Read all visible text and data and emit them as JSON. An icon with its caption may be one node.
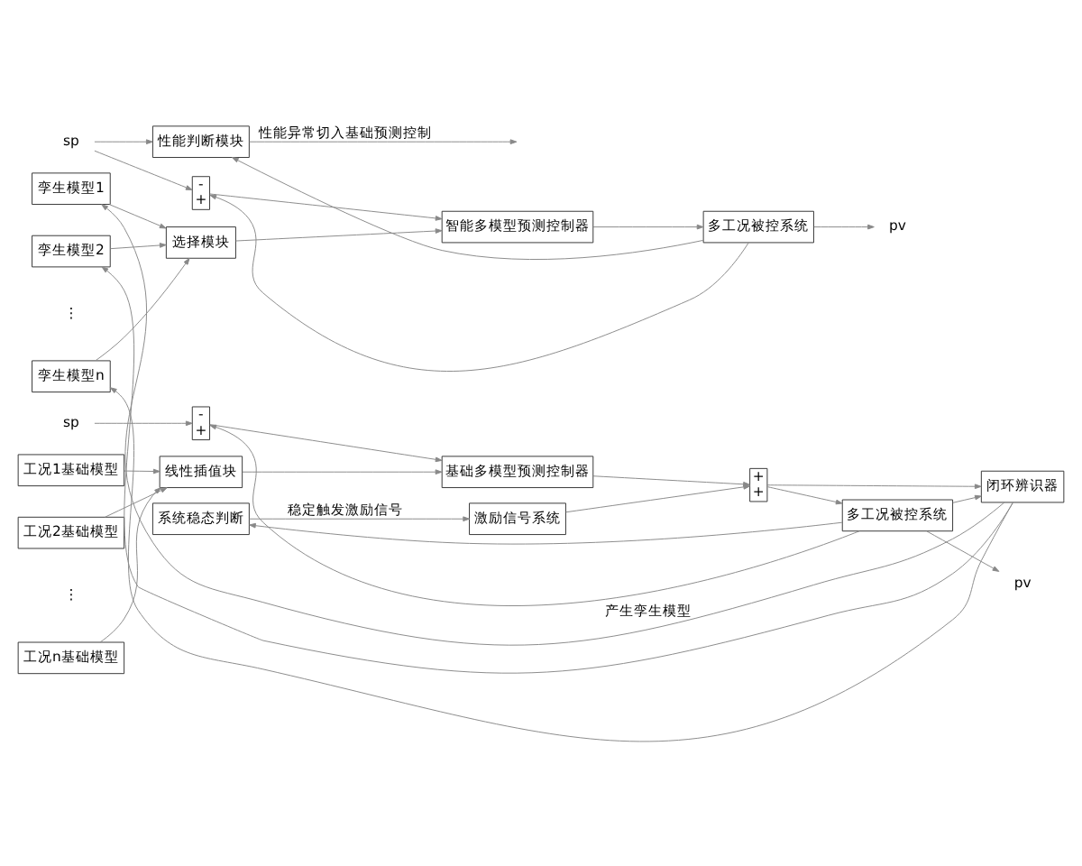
{
  "diagram": {
    "nodes": [
      {
        "text": [
          "性能判断模块"
        ]
      },
      {
        "text": [
          "-",
          "+"
        ]
      },
      {
        "text": [
          "智能多模型预测控制器"
        ]
      },
      {
        "text": [
          "多工况被控系统"
        ]
      },
      {
        "text": [
          "pv"
        ]
      },
      {
        "text": [
          "sp"
        ]
      },
      {
        "text": [
          "孪生模型1"
        ]
      },
      {
        "text": [
          "孪生模型2"
        ]
      },
      {
        "text": [
          "孪生模型n"
        ]
      },
      {
        "text": [
          "选择模块"
        ]
      },
      {
        "text": [
          "系统稳态判断"
        ]
      },
      {
        "text": [
          "-",
          "+"
        ]
      },
      {
        "text": [
          "sp"
        ]
      },
      {
        "text": [
          "基础多模型预测控制器"
        ]
      },
      {
        "text": [
          "+",
          "+"
        ]
      },
      {
        "text": [
          "多工况被控系统"
        ]
      },
      {
        "text": [
          "pv"
        ]
      },
      {
        "text": [
          "工况1基础模型"
        ]
      },
      {
        "text": [
          "工况2基础模型"
        ]
      },
      {
        "text": [
          "工况n基础模型"
        ]
      },
      {
        "text": [
          "线性插值块"
        ]
      },
      {
        "text": [
          "激励信号系统"
        ]
      },
      {
        "text": [
          "闭环辨识器"
        ]
      }
    ],
    "edges": [
      {
        "from": 1,
        "to": 2,
        "arrow": "to"
      },
      {
        "from": 2,
        "to": 3,
        "arrow": "to"
      },
      {
        "from": 3,
        "to": 4,
        "arrow": "to"
      },
      {
        "from": 3,
        "to": 0,
        "arrow": "to"
      },
      {
        "from": 3,
        "to": 1,
        "arrow": "to"
      },
      {
        "from": 5,
        "to": 0,
        "arrow": "to"
      },
      {
        "from": 5,
        "to": 1,
        "arrow": "to"
      },
      {
        "from": 6,
        "to": 9,
        "arrow": "to"
      },
      {
        "from": 7,
        "to": 9,
        "arrow": "to"
      },
      {
        "from": 8,
        "to": 9,
        "arrow": "to"
      },
      {
        "from": 9,
        "to": 2,
        "arrow": "to"
      },
      {
        "from": 0,
        "to": null,
        "arrow": "to",
        "label": "性能异常切入基础预测控制"
      },
      {
        "from": 22,
        "to": 6,
        "arrow": "to",
        "label": "产生孪生模型"
      },
      {
        "from": 22,
        "to": 7,
        "arrow": "to"
      },
      {
        "from": 22,
        "to": 8,
        "arrow": "to"
      },
      {
        "from": 15,
        "to": 16,
        "arrow": "to"
      },
      {
        "from": 15,
        "to": 10,
        "arrow": "to"
      },
      {
        "from": 15,
        "to": 11,
        "arrow": "to"
      },
      {
        "from": 12,
        "to": 11,
        "arrow": "to"
      },
      {
        "from": 11,
        "to": 13,
        "arrow": "to"
      },
      {
        "from": 13,
        "to": 14,
        "arrow": "to"
      },
      {
        "from": 21,
        "to": 14,
        "arrow": "to"
      },
      {
        "from": 14,
        "to": 15,
        "arrow": "to"
      },
      {
        "from": 14,
        "to": 22,
        "arrow": "to"
      },
      {
        "from": 15,
        "to": 22,
        "arrow": "to"
      },
      {
        "from": 17,
        "to": 20,
        "arrow": "to"
      },
      {
        "from": 18,
        "to": 20,
        "arrow": "to"
      },
      {
        "from": 19,
        "to": 20,
        "arrow": "to"
      },
      {
        "from": 20,
        "to": 13,
        "arrow": "to"
      },
      {
        "from": 10,
        "to": 21,
        "arrow": "to",
        "label": "稳定触发激励信号"
      }
    ],
    "labels": [
      "⋮",
      "⋮"
    ]
  }
}
